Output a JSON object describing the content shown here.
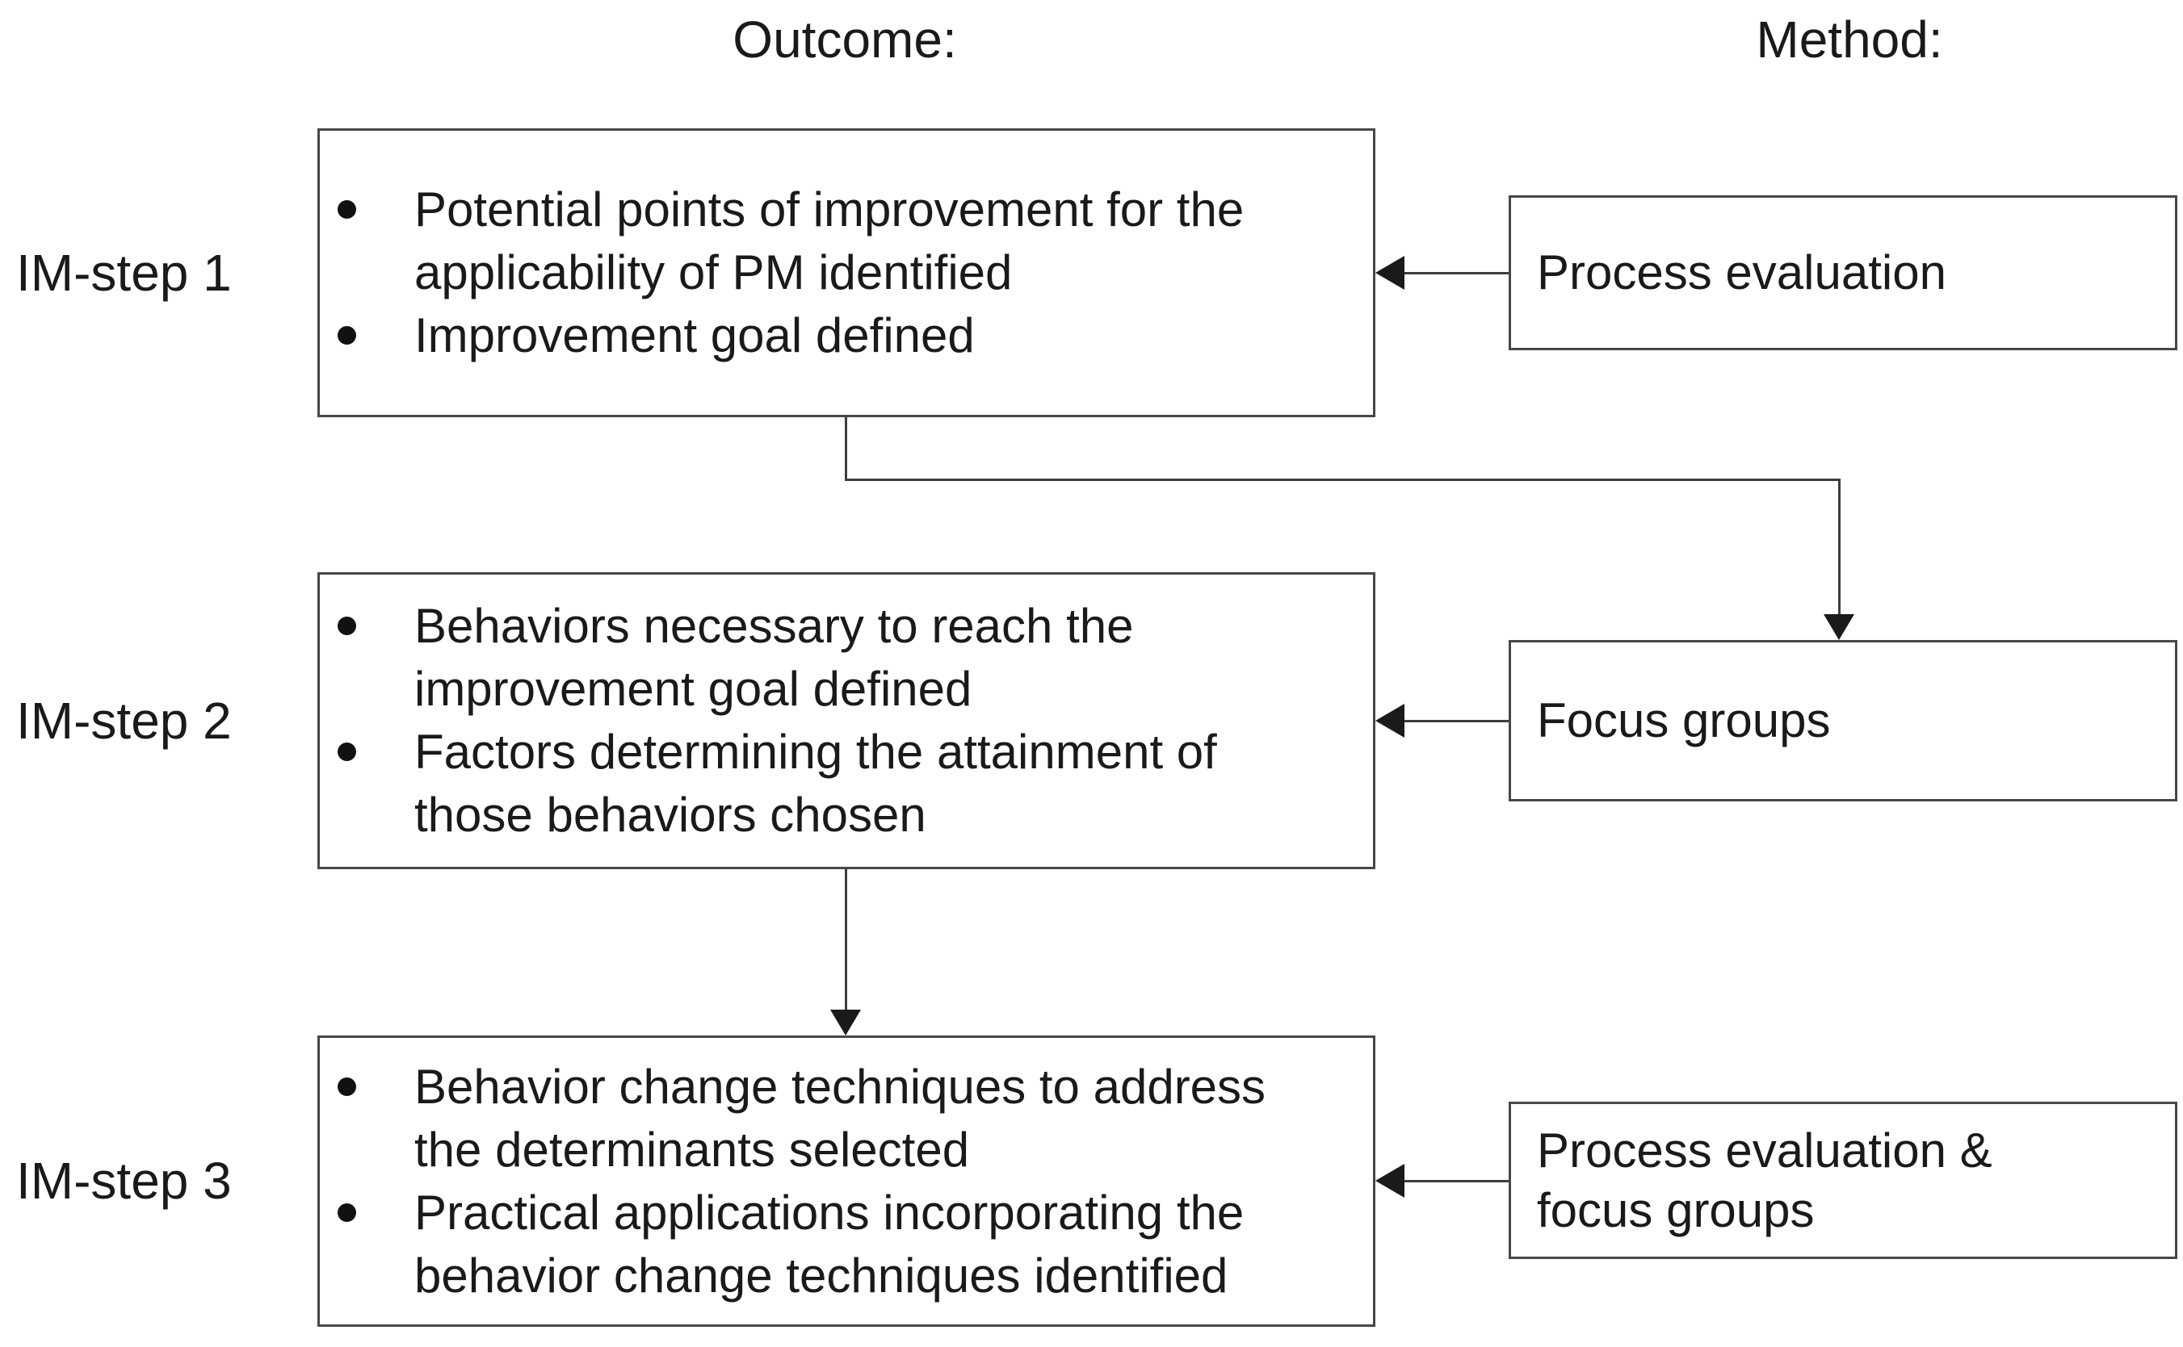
{
  "headers": {
    "outcome": "Outcome:",
    "method": "Method:"
  },
  "rows": [
    {
      "step_label": "IM-step 1",
      "outcome": {
        "bullets": [
          "Potential points of improvement for the\napplicability of PM identified",
          "Improvement goal defined"
        ]
      },
      "method": {
        "label": "Process evaluation"
      }
    },
    {
      "step_label": "IM-step 2",
      "outcome": {
        "bullets": [
          "Behaviors necessary to reach the\nimprovement goal defined",
          "Factors determining the attainment of\nthose behaviors chosen"
        ]
      },
      "method": {
        "label": "Focus groups"
      }
    },
    {
      "step_label": "IM-step 3",
      "outcome": {
        "bullets": [
          "Behavior change techniques to address\nthe determinants selected",
          "Practical applications incorporating the\nbehavior change techniques identified"
        ]
      },
      "method": {
        "label": "Process evaluation &\nfocus groups"
      }
    }
  ],
  "colors": {
    "background": "#ffffff",
    "box_border": "#474747",
    "line": "#3d3d3d",
    "text": "#1a1a1a"
  }
}
